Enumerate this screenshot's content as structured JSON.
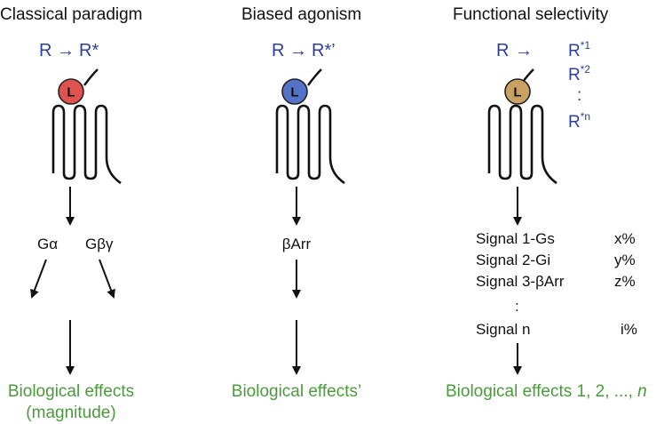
{
  "columns": [
    {
      "title": "Classical paradigm",
      "reaction": {
        "left": "R",
        "arrow": "→",
        "right": "R*"
      },
      "ligand": {
        "label": "L",
        "color": "#e0524f"
      },
      "signals": [
        "Gα",
        "Gβγ"
      ],
      "effects": [
        "Biological effects",
        "(magnitude)"
      ]
    },
    {
      "title": "Biased agonism",
      "reaction": {
        "left": "R",
        "arrow": "→",
        "right": "R*’"
      },
      "ligand": {
        "label": "L",
        "color": "#5572c9"
      },
      "signals": [
        "βArr"
      ],
      "effects": [
        "Biological effects’"
      ]
    },
    {
      "title": "Functional selectivity",
      "reaction": {
        "left": "R",
        "arrow": "→"
      },
      "states": [
        {
          "base": "R",
          "sup": "*1"
        },
        {
          "base": "R",
          "sup": "*2"
        },
        {
          "base": ":",
          "sup": ""
        },
        {
          "base": "R",
          "sup": "*n"
        }
      ],
      "ligand": {
        "label": "L",
        "color": "#c9a263"
      },
      "signals": [
        {
          "name": "Signal 1-Gs",
          "pct": "x%"
        },
        {
          "name": "Signal 2-Gi",
          "pct": "y%"
        },
        {
          "name": "Signal 3-βArr",
          "pct": "z%"
        },
        {
          "name": ":",
          "pct": ""
        },
        {
          "name": "Signal n",
          "pct": "i%"
        }
      ],
      "effects_prefix": "Biological effects 1, 2, ..., ",
      "effects_italic": "n"
    }
  ]
}
